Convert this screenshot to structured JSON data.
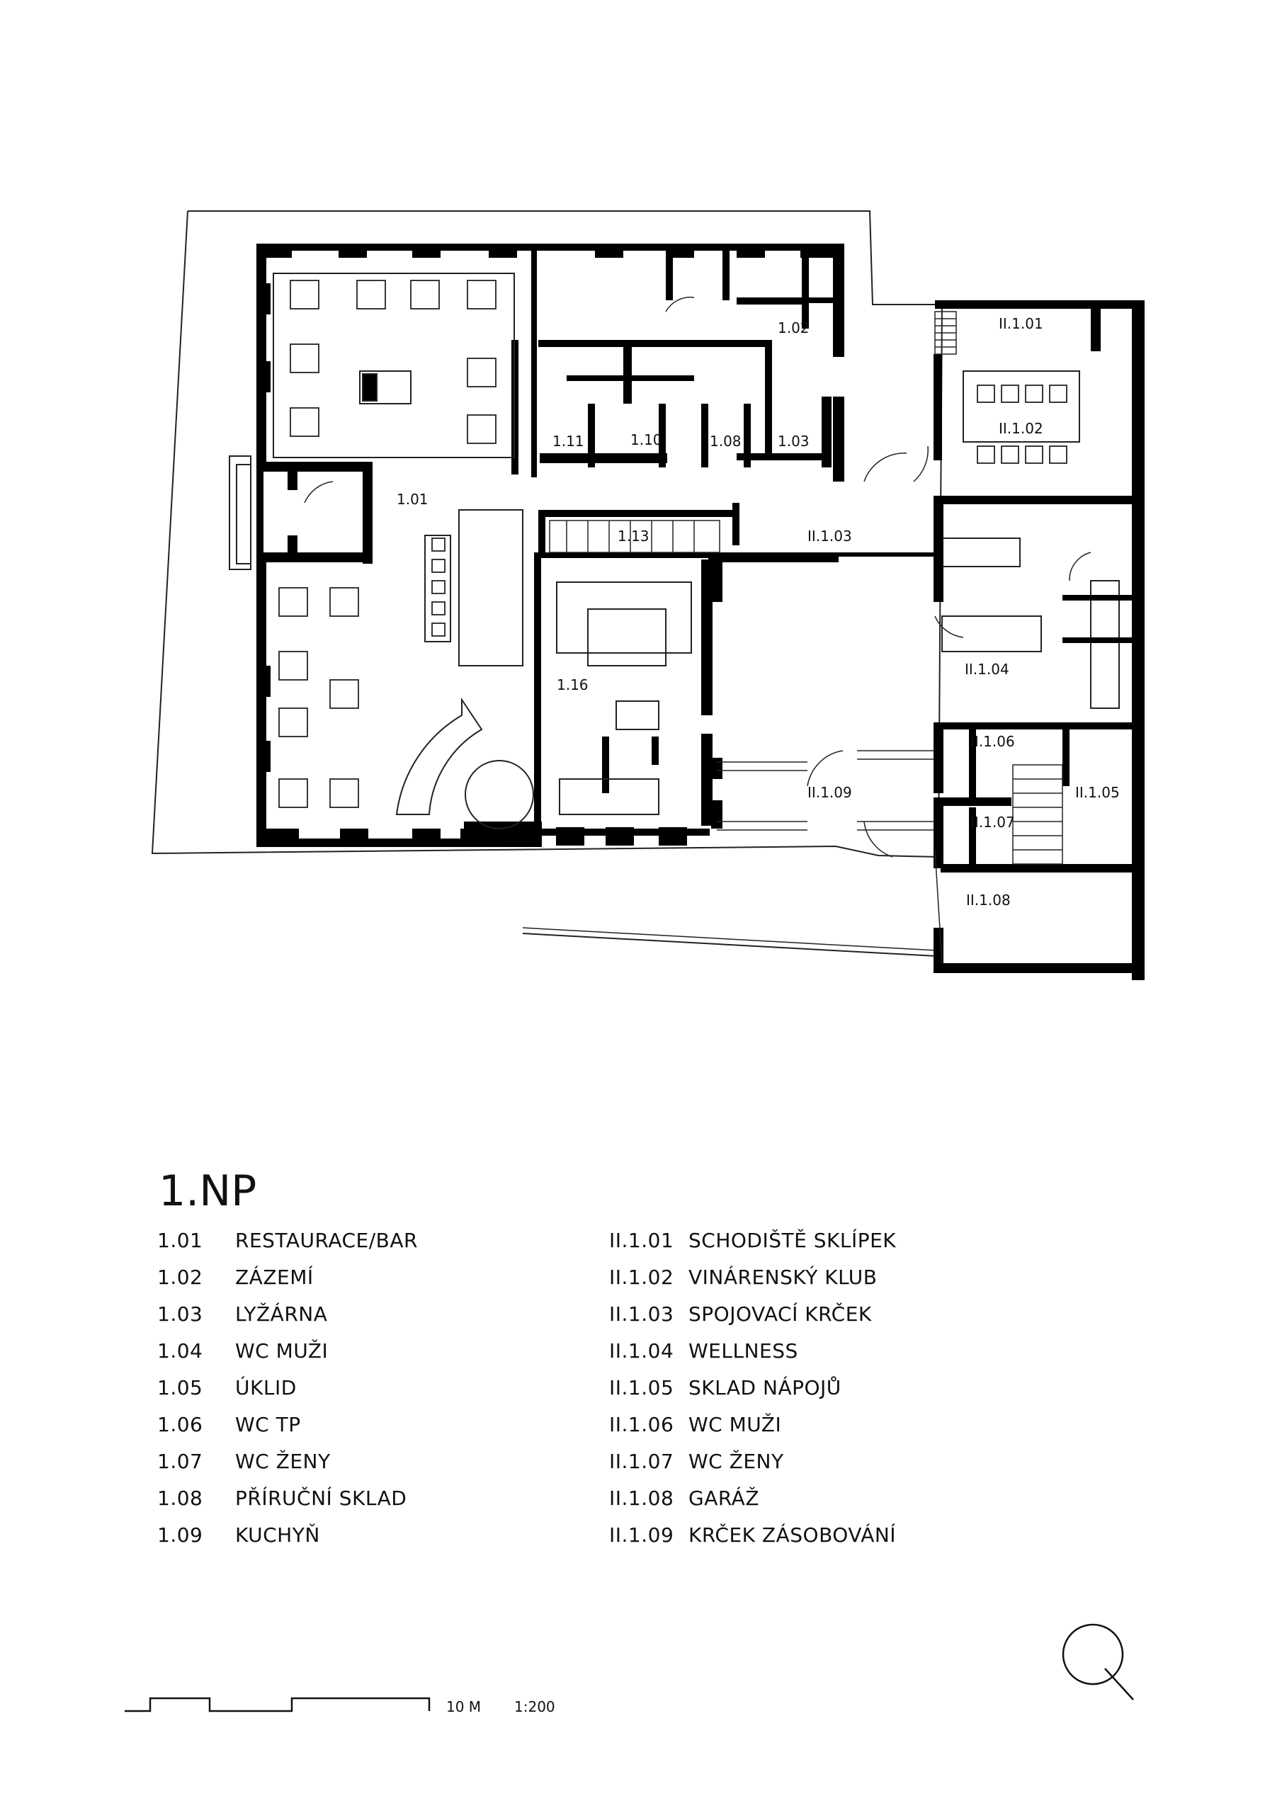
{
  "plan": {
    "title": "1.NP",
    "room_labels": [
      {
        "id": "r101",
        "text": "1.01"
      },
      {
        "id": "r102",
        "text": "1.02"
      },
      {
        "id": "r103",
        "text": "1.03"
      },
      {
        "id": "r108",
        "text": "1.08"
      },
      {
        "id": "r110",
        "text": "1.10"
      },
      {
        "id": "r111",
        "text": "1.11"
      },
      {
        "id": "r113",
        "text": "1.13"
      },
      {
        "id": "r116",
        "text": "1.16"
      },
      {
        "id": "rII101",
        "text": "II.1.01"
      },
      {
        "id": "rII102",
        "text": "II.1.02"
      },
      {
        "id": "rII103",
        "text": "II.1.03"
      },
      {
        "id": "rII104",
        "text": "II.1.04"
      },
      {
        "id": "rII105",
        "text": "II.1.05"
      },
      {
        "id": "rII106",
        "text": "II.1.06"
      },
      {
        "id": "rII107",
        "text": "II.1.07"
      },
      {
        "id": "rII108",
        "text": "II.1.08"
      },
      {
        "id": "rII109",
        "text": "II.1.09"
      }
    ]
  },
  "legend_left": [
    {
      "code": "1.01",
      "name": "RESTAURACE/BAR"
    },
    {
      "code": "1.02",
      "name": "ZÁZEMÍ"
    },
    {
      "code": "1.03",
      "name": "LYŽÁRNA"
    },
    {
      "code": "1.04",
      "name": "WC MUŽI"
    },
    {
      "code": "1.05",
      "name": "ÚKLID"
    },
    {
      "code": "1.06",
      "name": "WC TP"
    },
    {
      "code": "1.07",
      "name": "WC ŽENY"
    },
    {
      "code": "1.08",
      "name": "PŘÍRUČNÍ SKLAD"
    },
    {
      "code": "1.09",
      "name": "KUCHYŇ"
    }
  ],
  "legend_right": [
    {
      "code": "II.1.01",
      "name": "SCHODIŠTĚ SKLÍPEK"
    },
    {
      "code": "II.1.02",
      "name": "VINÁRENSKÝ KLUB"
    },
    {
      "code": "II.1.03",
      "name": "SPOJOVACÍ KRČEK"
    },
    {
      "code": "II.1.04",
      "name": "WELLNESS"
    },
    {
      "code": "II.1.05",
      "name": "SKLAD NÁPOJŮ"
    },
    {
      "code": "II.1.06",
      "name": "WC MUŽI"
    },
    {
      "code": "II.1.07",
      "name": "WC ŽENY"
    },
    {
      "code": "II.1.08",
      "name": "GARÁŽ"
    },
    {
      "code": "II.1.09",
      "name": "KRČEK ZÁSOBOVÁNÍ"
    }
  ],
  "scale": {
    "distance": "10 M",
    "ratio": "1:200"
  }
}
